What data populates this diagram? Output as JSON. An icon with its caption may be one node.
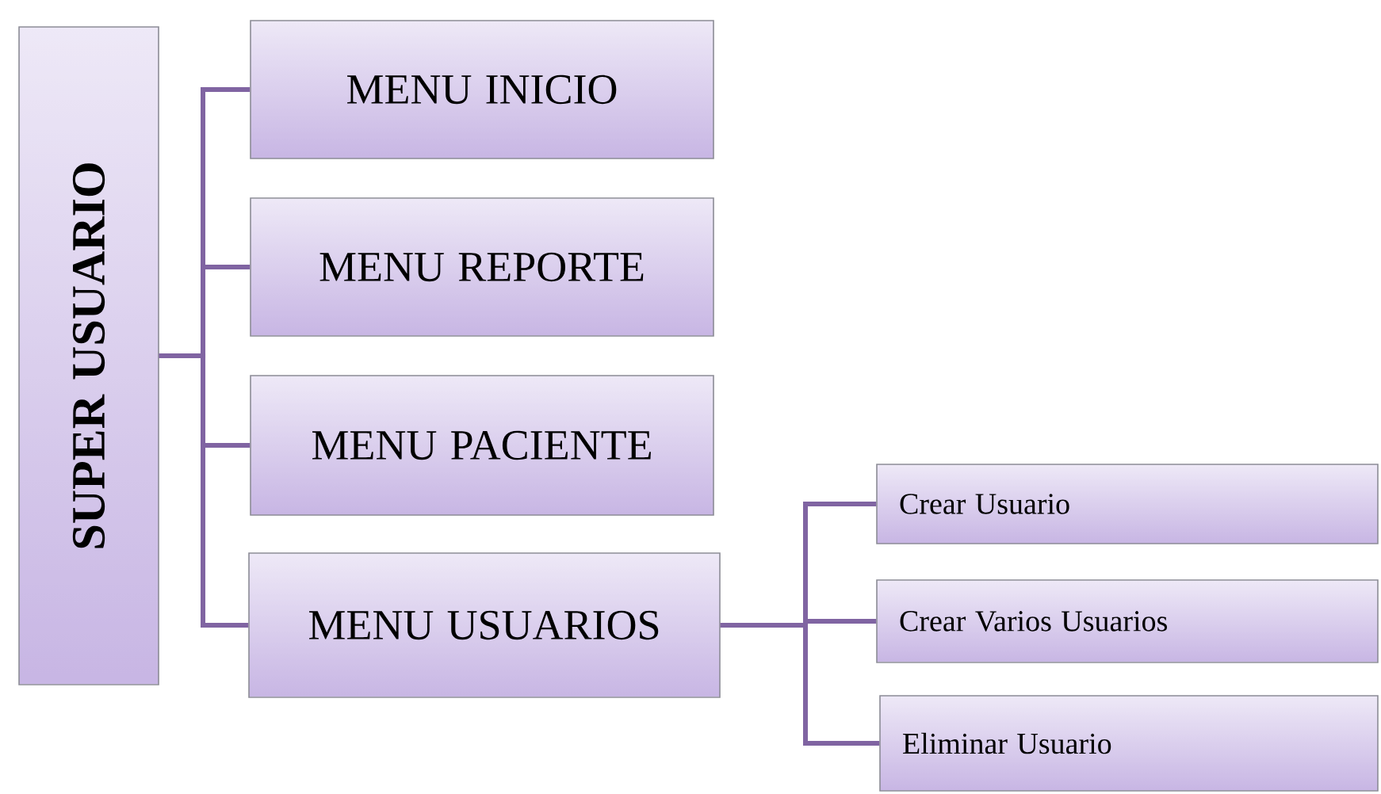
{
  "diagram": {
    "nodes": [
      {
        "text": [
          "SUPER USUARIO"
        ]
      },
      {
        "text": [
          "MENU INICIO"
        ]
      },
      {
        "text": [
          "MENU REPORTE"
        ]
      },
      {
        "text": [
          "MENU PACIENTE"
        ]
      },
      {
        "text": [
          "MENU USUARIOS"
        ]
      },
      {
        "text": [
          "Crear Usuario"
        ]
      },
      {
        "text": [
          "Crear Varios Usuarios"
        ]
      },
      {
        "text": [
          "Eliminar Usuario"
        ]
      }
    ],
    "edges": [
      {
        "from": 0,
        "to": 1,
        "arrow": "none"
      },
      {
        "from": 0,
        "to": 2,
        "arrow": "none"
      },
      {
        "from": 0,
        "to": 3,
        "arrow": "none"
      },
      {
        "from": 0,
        "to": 4,
        "arrow": "none"
      },
      {
        "from": 4,
        "to": 5,
        "arrow": "none"
      },
      {
        "from": 4,
        "to": 6,
        "arrow": "none"
      },
      {
        "from": 4,
        "to": 7,
        "arrow": "none"
      }
    ]
  }
}
